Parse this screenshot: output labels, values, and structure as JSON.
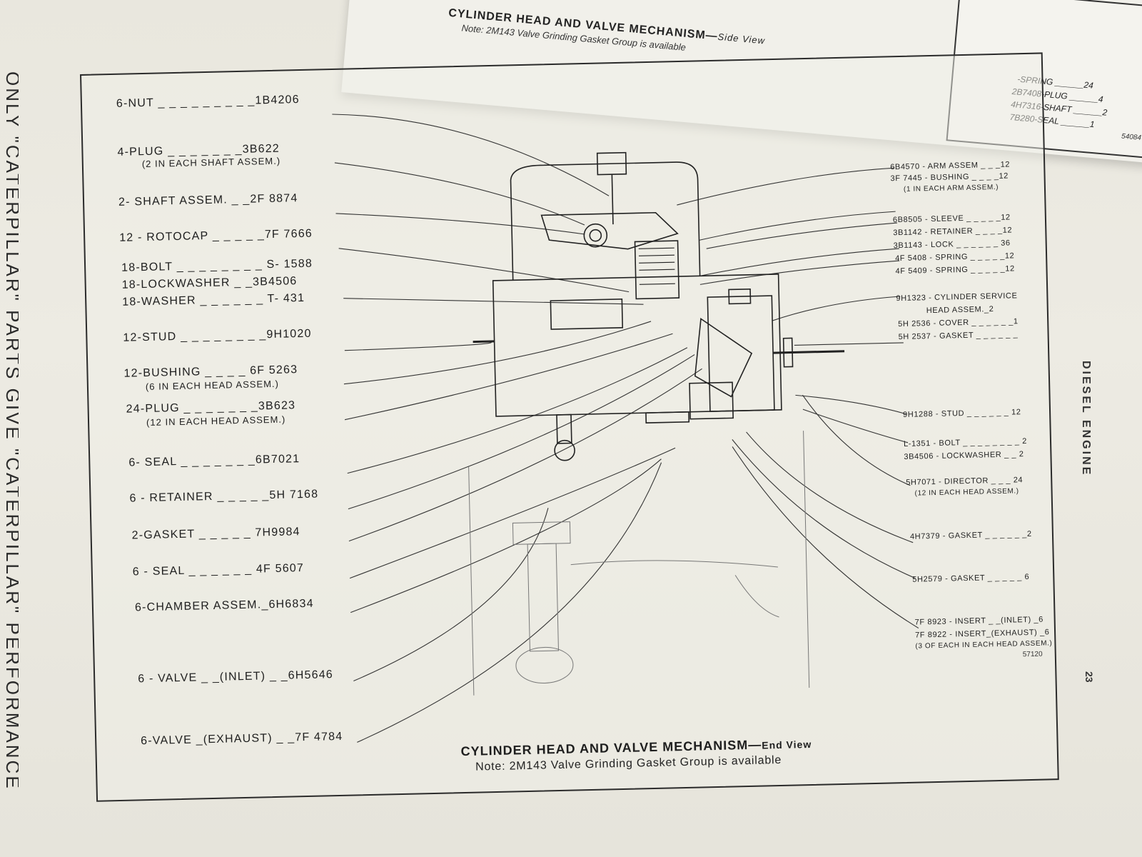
{
  "upper_page": {
    "title": "CYLINDER HEAD AND VALVE MECHANISM",
    "subtitle": "Side View",
    "note": "Note: 2M143 Valve Grinding Gasket Group is available",
    "parts": [
      "-SPRING ______24",
      "2B7408-PLUG ______4",
      "4H7316-SHAFT ______2",
      "7B280-SEAL ______1"
    ],
    "figure_number": "54084"
  },
  "side_text": "ONLY \"CATERPILLAR\" PARTS GIVE \"CATERPILLAR\" PERFORMANCE",
  "running_head": "DIESEL ENGINE",
  "page_number": "23",
  "figure": {
    "left_callouts": [
      {
        "text": "6-NUT _ _ _ _ _ _ _ _ _1B4206"
      },
      {
        "text": "4-PLUG _ _ _ _ _ _ _3B622",
        "sub": "(2 IN EACH SHAFT ASSEM.)"
      },
      {
        "text": "2- SHAFT ASSEM. _ _2F 8874"
      },
      {
        "text": "12 - ROTOCAP _ _ _ _ _7F 7666"
      },
      {
        "text": "18-BOLT _ _ _ _ _ _ _ _ S- 1588"
      },
      {
        "text": "18-LOCKWASHER _ _3B4506"
      },
      {
        "text": "18-WASHER _ _ _ _ _ _ T- 431"
      },
      {
        "text": "12-STUD _ _ _ _ _ _ _ _9H1020"
      },
      {
        "text": "12-BUSHING _ _ _ _ 6F 5263",
        "sub": "(6 IN EACH HEAD ASSEM.)"
      },
      {
        "text": "24-PLUG _ _ _ _ _ _ _3B623",
        "sub": "(12 IN EACH HEAD ASSEM.)"
      },
      {
        "text": "6- SEAL _ _ _ _ _ _ _6B7021"
      },
      {
        "text": "6 - RETAINER _ _ _ _ _5H 7168"
      },
      {
        "text": "2-GASKET _ _ _ _ _ 7H9984"
      },
      {
        "text": "6 - SEAL _ _ _ _ _ _ 4F 5607"
      },
      {
        "text": "6-CHAMBER ASSEM._6H6834"
      },
      {
        "text": "6 - VALVE _ _(INLET) _ _6H5646"
      },
      {
        "text": "6-VALVE _(EXHAUST) _ _7F 4784"
      }
    ],
    "right_callouts": [
      {
        "text": "6B4570 - ARM ASSEM _ _ _12"
      },
      {
        "text": "3F 7445 - BUSHING _ _ _ _12",
        "sub": "(1 IN EACH ARM ASSEM.)"
      },
      {
        "text": "6B8505 - SLEEVE _ _ _ _ _12"
      },
      {
        "text": "3B1142 - RETAINER _ _ _ _12"
      },
      {
        "text": "3B1143 - LOCK _ _ _ _ _ _ 36"
      },
      {
        "text": "4F 5408 - SPRING _ _ _ _ _12"
      },
      {
        "text": "4F 5409 - SPRING _ _ _ _ _12"
      },
      {
        "text": "9H1323 - CYLINDER SERVICE",
        "sub": "HEAD ASSEM._2"
      },
      {
        "text": "5H 2536 - COVER _ _ _ _ _ _1"
      },
      {
        "text": "5H 2537 - GASKET _ _ _ _ _ _"
      },
      {
        "text": "9H1288 - STUD _ _ _ _ _ _ 12"
      },
      {
        "text": "L-1351 - BOLT _ _ _ _ _ _ _ _ 2"
      },
      {
        "text": "3B4506 - LOCKWASHER _ _ 2"
      },
      {
        "text": "5H7071 - DIRECTOR _ _ _ 24",
        "sub": "(12 IN EACH HEAD ASSEM.)"
      },
      {
        "text": "4H7379 - GASKET _ _ _ _ _ _2"
      },
      {
        "text": "5H2579 - GASKET _ _ _ _ _ 6"
      },
      {
        "text": "7F 8923 - INSERT _ _(INLET) _6"
      },
      {
        "text": "7F 8922 - INSERT_(EXHAUST) _6",
        "sub": "(3 OF EACH IN EACH HEAD ASSEM.)"
      }
    ],
    "figure_number": "57120",
    "caption_title": "CYLINDER HEAD AND VALVE MECHANISM",
    "caption_subtitle": "End View",
    "caption_note": "Note: 2M143 Valve Grinding Gasket Group is available"
  }
}
